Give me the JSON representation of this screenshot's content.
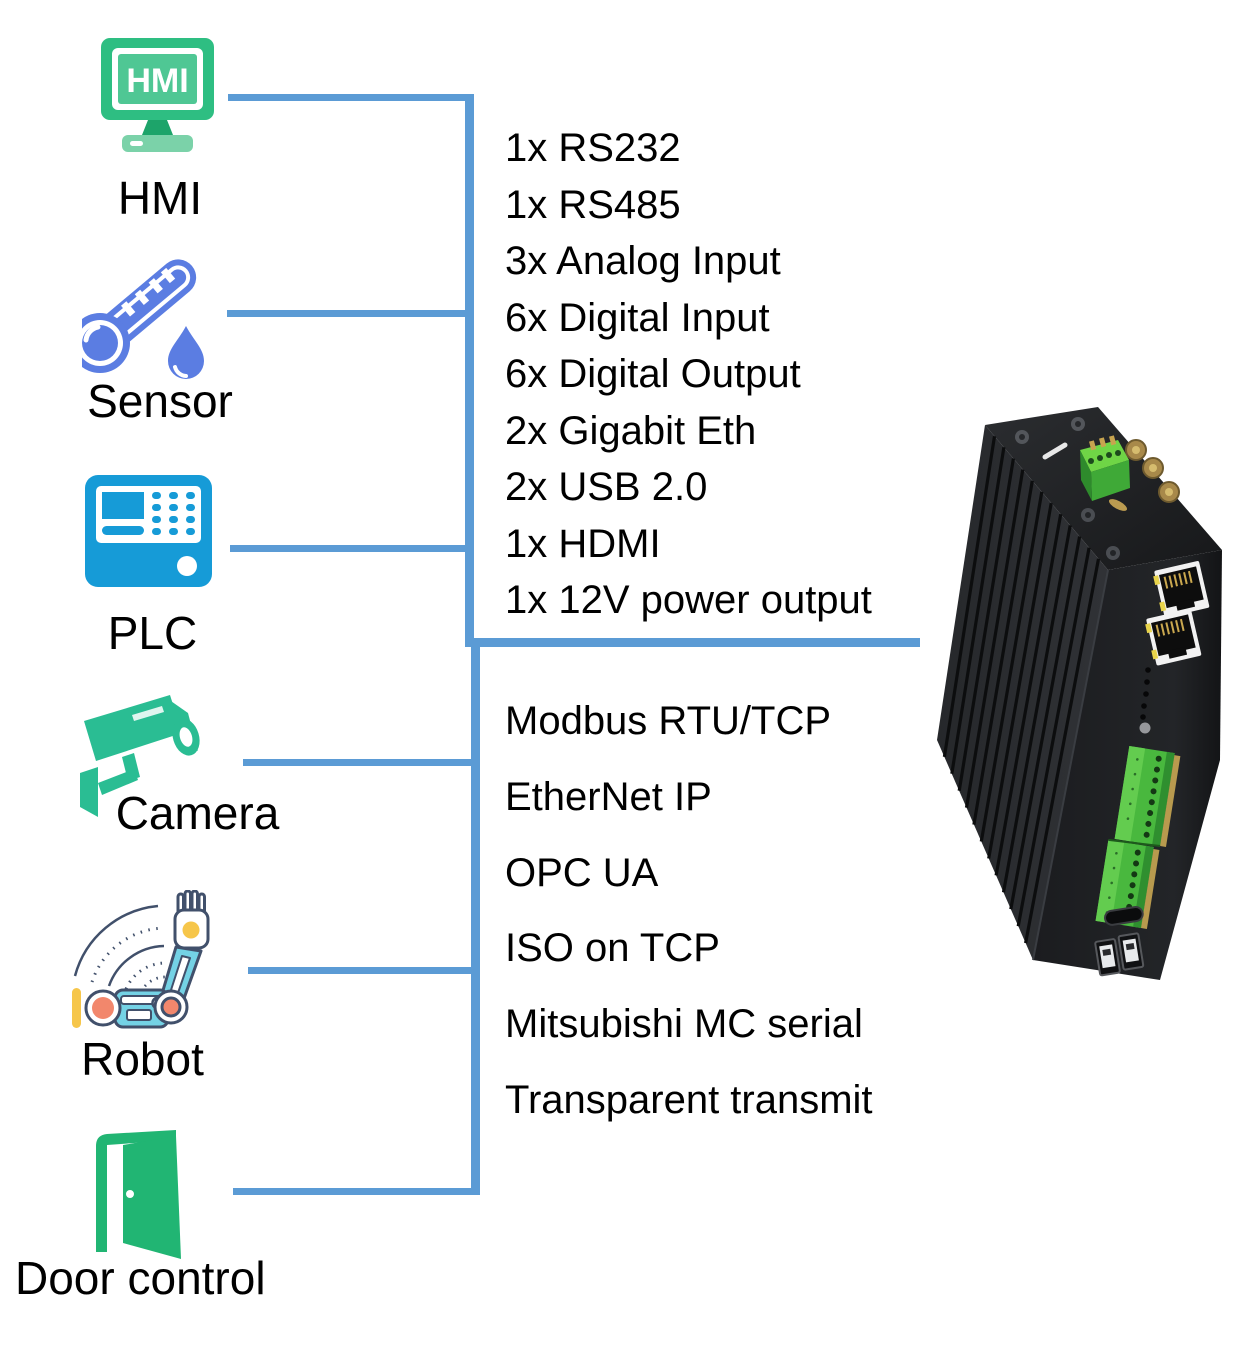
{
  "diagram": {
    "title_implicit": "",
    "connector_color": "#5B9BD5",
    "sources": [
      {
        "label": "HMI",
        "icon": "hmi-monitor-icon",
        "icon_text": "HMI",
        "color": "#2EBE82"
      },
      {
        "label": "Sensor",
        "icon": "thermometer-sensor-icon",
        "color": "#5B7DE2"
      },
      {
        "label": "PLC",
        "icon": "plc-panel-icon",
        "color": "#169BD7"
      },
      {
        "label": "Camera",
        "icon": "cctv-camera-icon",
        "color": "#2ABD93"
      },
      {
        "label": "Robot",
        "icon": "robot-arm-icon",
        "color": "#41506B"
      },
      {
        "label": "Door control",
        "icon": "open-door-icon",
        "color": "#21B573"
      }
    ],
    "interfaces": {
      "items": [
        "1x RS232",
        "1x RS485",
        "3x Analog Input",
        "6x Digital Input",
        "6x Digital Output",
        "2x Gigabit Eth",
        "2x USB 2.0",
        "1x HDMI",
        "1x 12V power output"
      ]
    },
    "protocols": {
      "items": [
        "Modbus RTU/TCP",
        "EtherNet IP",
        "OPC UA",
        "ISO on TCP",
        "Mitsubishi MC serial",
        "Transparent transmit"
      ]
    },
    "device_image": {
      "alt": "industrial-gateway-device"
    }
  }
}
